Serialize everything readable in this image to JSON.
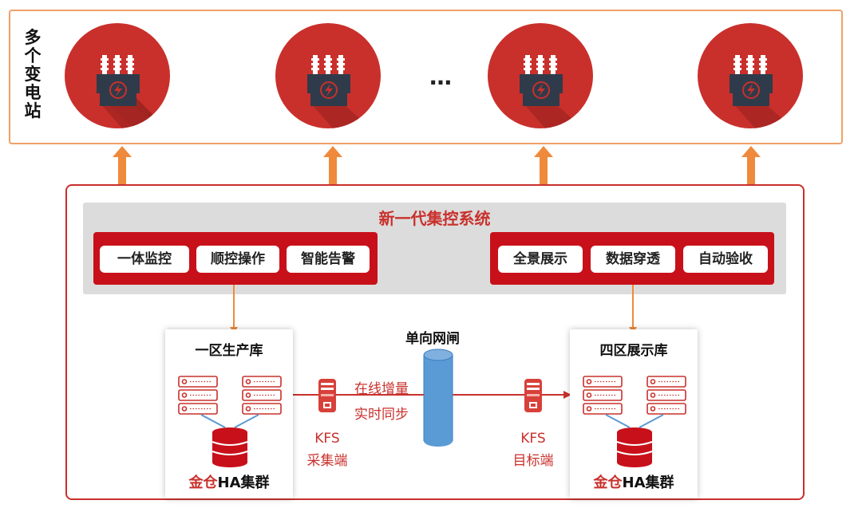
{
  "top": {
    "label_chars": [
      "多",
      "个",
      "变",
      "电",
      "站"
    ],
    "ellipsis": "…"
  },
  "system": {
    "title": "新一代集控系统",
    "left_functions": [
      "一体监控",
      "顺控操作",
      "智能告警"
    ],
    "right_functions": [
      "全景展示",
      "数据穿透",
      "自动验收"
    ]
  },
  "flow": {
    "left_db_title": "一区生产库",
    "right_db_title": "四区展示库",
    "gate_title": "单向网闸",
    "sync_line1": "在线增量",
    "sync_line2": "实时同步",
    "source_name": "KFS",
    "source_role": "采集端",
    "target_name": "KFS",
    "target_role": "目标端",
    "cluster_brand": "金仓",
    "cluster_suffix": "HA集群",
    "server_dots": "······"
  },
  "colors": {
    "accent_red": "#c9302c",
    "orange": "#ef8a3c",
    "blue_gate": "#5b9bd5"
  }
}
